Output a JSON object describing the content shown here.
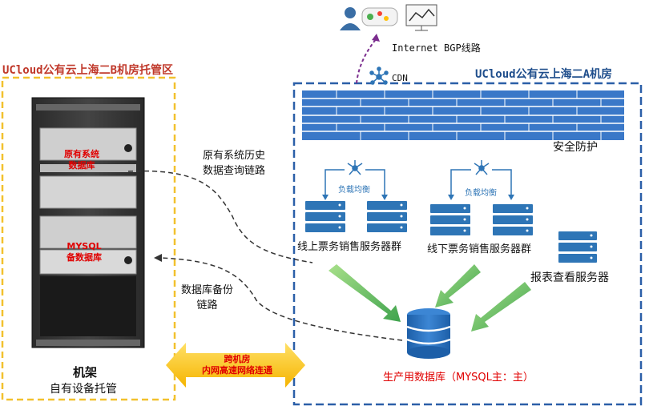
{
  "zone_b": {
    "title": "UCloud公有云上海二B机房托管区"
  },
  "zone_a": {
    "title": "UCloud公有云上海二A机房"
  },
  "internet": {
    "label": "Internet BGP线路"
  },
  "cdn": {
    "label": "CDN"
  },
  "security": {
    "label": "安全防护"
  },
  "history_link": {
    "line1": "原有系统历史",
    "line2": "数据查询链路"
  },
  "backup_link": {
    "line1": "数据库备份",
    "line2": "链路"
  },
  "rack": {
    "db1_line1": "原有系统",
    "db1_line2": "数据库",
    "db2_line1": "MYSQL",
    "db2_line2": "备数据库",
    "label": "机架",
    "sublabel": "自有设备托管"
  },
  "cross_dc": {
    "line1": "跨机房",
    "line2": "内网高速网络连通"
  },
  "lb": {
    "left": "负载均衡",
    "right": "负载均衡"
  },
  "servers": {
    "online": "线上票务销售服务器群",
    "offline": "线下票务销售服务器群",
    "report": "报表查看服务器"
  },
  "database": {
    "label": "生产用数据库（MYSQL主：主）"
  },
  "colors": {
    "orange_border": "#f2c12e",
    "blue_border": "#2b5fa8",
    "green_arrow": "#5cb85c",
    "server_blue": "#2e75b6"
  }
}
